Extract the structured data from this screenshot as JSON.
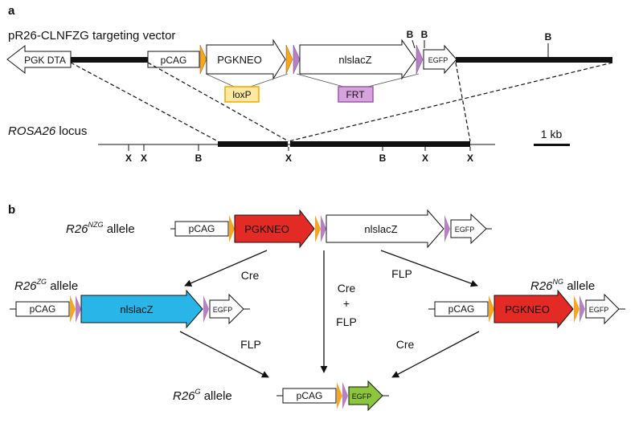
{
  "panels": {
    "a": {
      "label": "a",
      "vector_title": "pR26-CLNFZG targeting vector",
      "elements": {
        "pgk_dta": "PGK DTA",
        "pcag": "pCAG",
        "pgkneo": "PGKNEO",
        "nlslacz": "nlslacZ",
        "egfp": "EGFP"
      },
      "sites": {
        "loxp": "loxP",
        "frt": "FRT"
      },
      "vector_site_labels": [
        "B",
        "B",
        "B"
      ],
      "locus_title": "ROSA26",
      "locus_suffix": " locus",
      "locus_site_labels": [
        "X",
        "X",
        "B",
        "X",
        "B",
        "X",
        "X"
      ],
      "scale_bar": "1 kb"
    },
    "b": {
      "label": "b",
      "allele_word": "allele",
      "alleles": {
        "nzg": {
          "base": "R26",
          "sup": "NZG"
        },
        "zg": {
          "base": "R26",
          "sup": "ZG"
        },
        "ng": {
          "base": "R26",
          "sup": "NG"
        },
        "g": {
          "base": "R26",
          "sup": "G"
        }
      },
      "elements": {
        "pcag": "pCAG",
        "pgkneo": "PGKNEO",
        "nlslacz": "nlslacZ",
        "egfp": "EGFP"
      },
      "recombinases": {
        "cre": "Cre",
        "flp": "FLP",
        "plus": "+"
      }
    }
  },
  "colors": {
    "loxp_site": "#f5a623",
    "frt_site": "#b77fc5",
    "loxp_box": "#fde9a0",
    "frt_box": "#d7a3dc",
    "pgkneo": "#e32a24",
    "nlslacz": "#29b5e8",
    "egfp_final": "#8cc63f"
  }
}
